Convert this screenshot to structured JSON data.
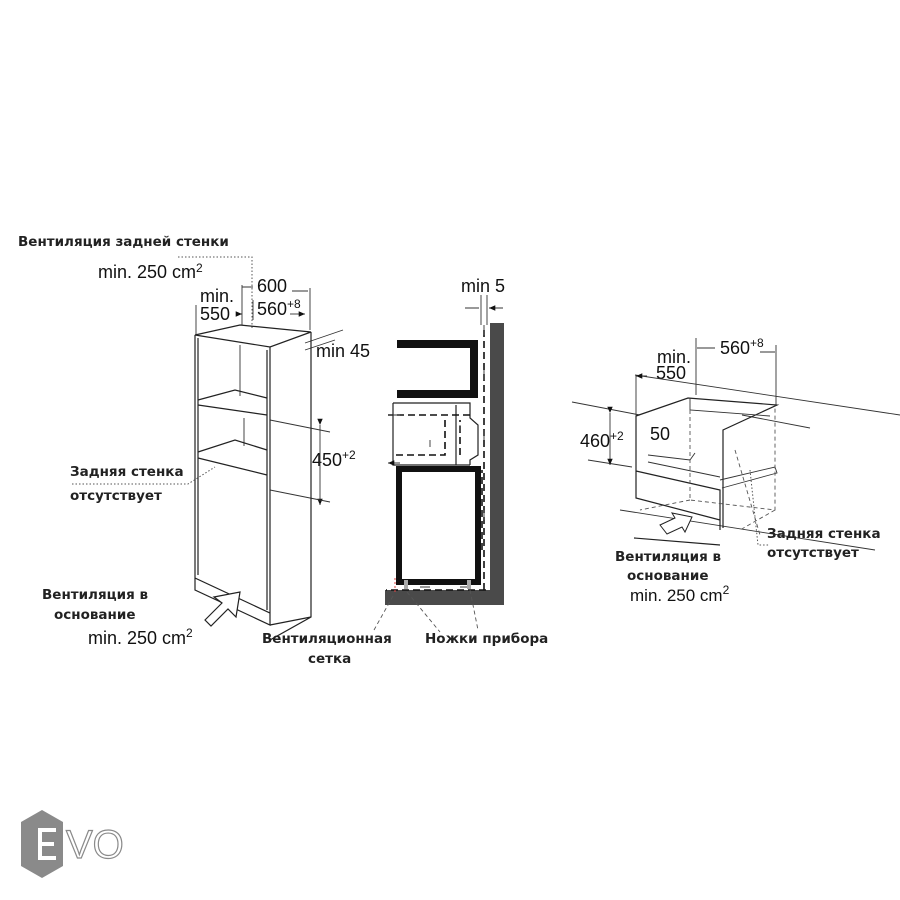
{
  "left_diagram": {
    "rear_vent_label": "Вентиляция задней стенки",
    "rear_vent_area": "min. 250 cm",
    "rear_vent_area_sup": "2",
    "dim_600": "600",
    "dim_min": "min.",
    "dim_550": "550",
    "dim_560": "560",
    "dim_560_sup": "+8",
    "dim_min45": "min 45",
    "dim_450": "450",
    "dim_450_sup": "+2",
    "no_back_wall_line1": "Задняя стенка",
    "no_back_wall_line2": "отсутствует",
    "base_vent_line1": "Вентиляция в",
    "base_vent_line2": "основание",
    "base_vent_area": "min. 250 cm",
    "base_vent_area_sup": "2"
  },
  "middle_diagram": {
    "dim_min5": "min 5",
    "vent_grid_line1": "Вентиляционная",
    "vent_grid_line2": "сетка",
    "feet_label": "Ножки прибора",
    "wall_color": "#4a4a4a"
  },
  "right_diagram": {
    "dim_min": "min.",
    "dim_550": "550",
    "dim_560": "560",
    "dim_560_sup": "+8",
    "dim_460": "460",
    "dim_460_sup": "+2",
    "dim_50": "50",
    "no_back_wall_line1": "Задняя стенка",
    "no_back_wall_line2": "отсутствует",
    "base_vent_line1": "Вентиляция в",
    "base_vent_line2": "основание",
    "base_vent_area": "min. 250 cm",
    "base_vent_area_sup": "2"
  },
  "logo": {
    "text": "EVO",
    "color": "#8a8a8a"
  }
}
